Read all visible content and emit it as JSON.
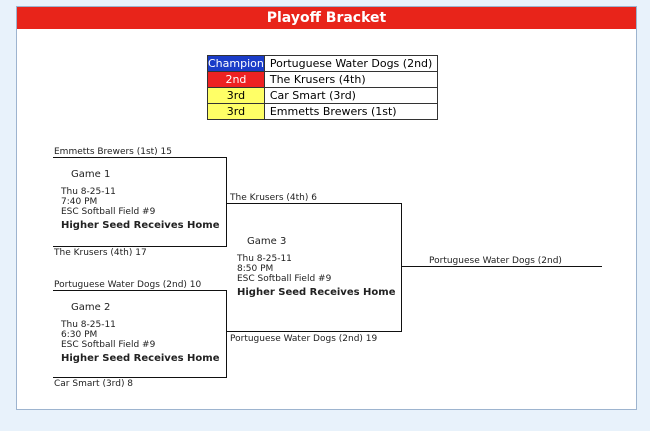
{
  "title": "Playoff Bracket",
  "colors": {
    "header_red": "#e8241a",
    "champion_blue": "#1a3cc8",
    "second_red": "#ee2222",
    "third_yellow": "#ffff66"
  },
  "results": [
    {
      "place": "Champion",
      "team": "Portuguese Water Dogs (2nd)",
      "bg": "#1a3cc8",
      "fg": "#ffffff"
    },
    {
      "place": "2nd",
      "team": "The Krusers (4th)",
      "bg": "#ee2222",
      "fg": "#ffffff"
    },
    {
      "place": "3rd",
      "team": "Car Smart (3rd)",
      "bg": "#ffff66",
      "fg": "#000000"
    },
    {
      "place": "3rd",
      "team": "Emmetts Brewers (1st)",
      "bg": "#ffff66",
      "fg": "#000000"
    }
  ],
  "games": {
    "g1": {
      "top_team": "Emmetts Brewers (1st)  15",
      "bottom_team": "The Krusers (4th)  17",
      "name": "Game 1",
      "date": "Thu 8-25-11",
      "time": "7:40 PM",
      "field": "ESC Softball Field #9",
      "note": "Higher Seed Receives Home"
    },
    "g2": {
      "top_team": "Portuguese Water Dogs (2nd)  10",
      "bottom_team": "Car Smart (3rd)  8",
      "name": "Game 2",
      "date": "Thu 8-25-11",
      "time": "6:30 PM",
      "field": "ESC Softball Field #9",
      "note": "Higher Seed Receives Home"
    },
    "g3": {
      "top_team": "The Krusers (4th)  6",
      "bottom_team": "Portuguese Water Dogs (2nd)  19",
      "name": "Game 3",
      "date": "Thu 8-25-11",
      "time": "8:50 PM",
      "field": "ESC Softball Field #9",
      "note": "Higher Seed Receives Home"
    },
    "winner": "Portuguese Water Dogs (2nd)"
  }
}
